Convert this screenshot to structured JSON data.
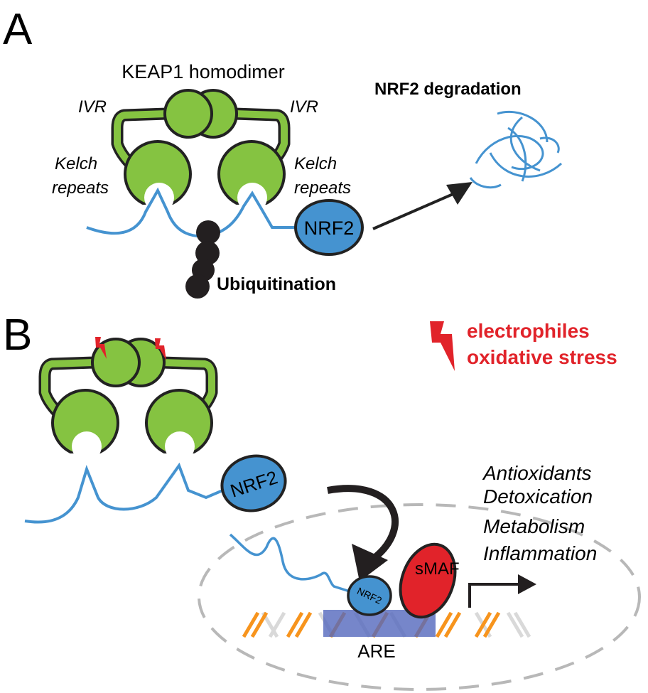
{
  "panel_a": {
    "letter": "A",
    "title": "KEAP1 homodimer",
    "ivr_left": "IVR",
    "ivr_right": "IVR",
    "kelch_left": [
      "Kelch",
      "repeats"
    ],
    "kelch_right": [
      "Kelch",
      "repeats"
    ],
    "nrf2": "NRF2",
    "ubiquitination": "Ubiquitination",
    "degradation": "NRF2 degradation"
  },
  "panel_b": {
    "letter": "B",
    "stress": [
      "electrophiles",
      "oxidative stress"
    ],
    "nrf2": "NRF2",
    "nrf2_bound": "NRF2",
    "smaf": "sMAF",
    "are": "ARE",
    "genes": [
      "Antioxidants",
      "Detoxication",
      "Metabolism",
      "Inflammation"
    ]
  },
  "colors": {
    "keap1": "#85c341",
    "nrf2": "#4593d0",
    "smaf": "#e1232a",
    "stress": "#e1232a",
    "are": "#5468bd",
    "dna_orange": "#f7941d",
    "dna_gray": "#d9d9d9",
    "nucleus": "#b8b8b8"
  }
}
